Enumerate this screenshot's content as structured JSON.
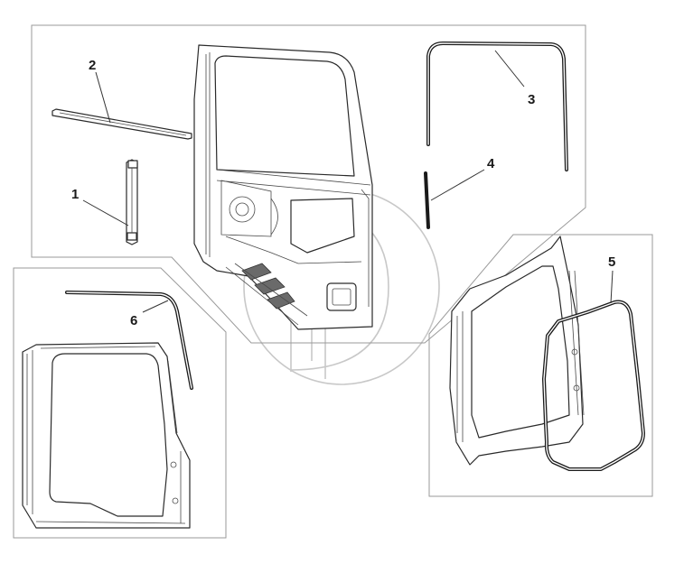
{
  "callouts": {
    "c1": "1",
    "c2": "2",
    "c3": "3",
    "c4": "4",
    "c5": "5",
    "c6": "6"
  },
  "colors": {
    "line": "#1a1a1a",
    "panel_border": "#9a9a9a",
    "watermark": "#c8c8c8",
    "background": "#ffffff"
  }
}
